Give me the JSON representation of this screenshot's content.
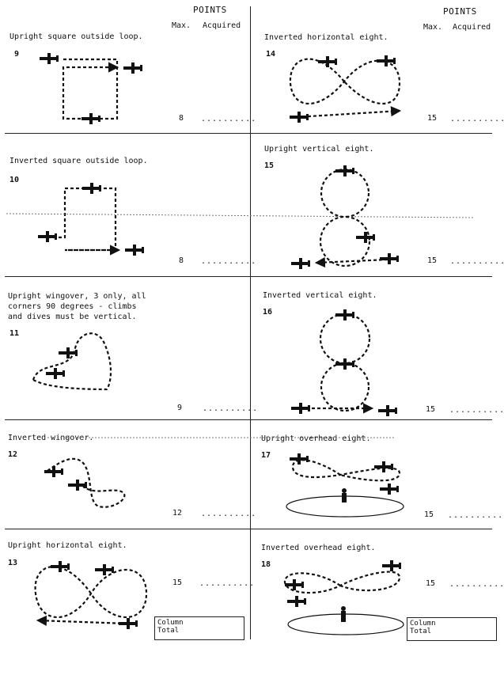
{
  "header": {
    "points": "POINTS",
    "max_label": "Max.",
    "acquired_label": "Acquired"
  },
  "maneuvers": [
    {
      "number": "9",
      "title": "Upright square outside loop.",
      "max": "8",
      "acquired": ".........."
    },
    {
      "number": "10",
      "title": "Inverted square outside loop.",
      "max": "8",
      "acquired": ".........."
    },
    {
      "number": "11",
      "title": "Upright wingover, 3 only, all\ncorners 90 degrees - climbs\nand dives must be vertical.",
      "max": "9",
      "acquired": ".........."
    },
    {
      "number": "12",
      "title": "Inverted wingover.",
      "max": "12",
      "acquired": ".........."
    },
    {
      "number": "13",
      "title": "Upright horizontal eight.",
      "max": "15",
      "acquired": ".........."
    },
    {
      "number": "14",
      "title": "Inverted horizontal eight.",
      "max": "15",
      "acquired": ".........."
    },
    {
      "number": "15",
      "title": "Upright vertical eight.",
      "max": "15",
      "acquired": ".........."
    },
    {
      "number": "16",
      "title": "Inverted vertical eight.",
      "max": "15",
      "acquired": ".........."
    },
    {
      "number": "17",
      "title": "Upright overhead eight.",
      "max": "15",
      "acquired": ".........."
    },
    {
      "number": "18",
      "title": "Inverted overhead eight.",
      "max": "15",
      "acquired": ".........."
    }
  ],
  "column_total": {
    "left_label": "Column\nTotal",
    "right_label": "Column\nTotal"
  }
}
